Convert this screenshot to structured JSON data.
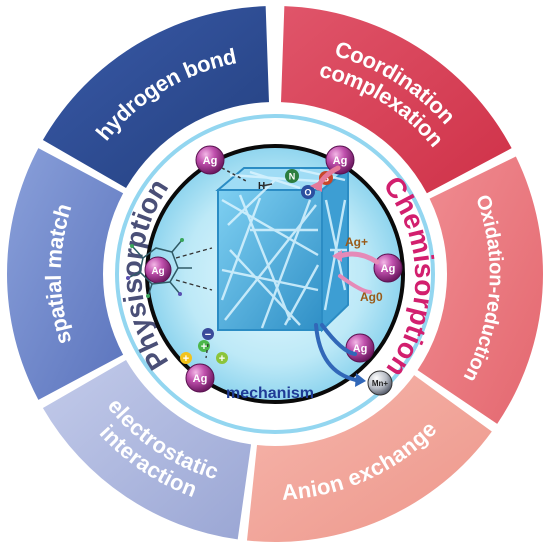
{
  "segments": [
    {
      "id": "hydrogen-bond",
      "lines": [
        "hydrogen bond"
      ],
      "start": 292,
      "end": 356,
      "color": "#2f4f96"
    },
    {
      "id": "coordination-complexation",
      "lines": [
        "Coordination",
        "complexation"
      ],
      "start": 4,
      "end": 68,
      "color": "#d8445c"
    },
    {
      "id": "oxidation-reduction",
      "lines": [
        "Oxidation-reduction"
      ],
      "start": 72,
      "end": 140,
      "color": "#ea7c82"
    },
    {
      "id": "anion-exchange",
      "lines": [
        "Anion exchange"
      ],
      "start": 144,
      "end": 212,
      "color": "#f1a39a"
    },
    {
      "id": "electrostatic-interaction",
      "lines": [
        "electrostatic",
        "interaction"
      ],
      "start": 216,
      "end": 212,
      "color": "#a9b4dc"
    },
    {
      "id": "spatial-match",
      "lines": [
        "spatial match"
      ],
      "start": 216,
      "end": 288,
      "color": "#6f87c8"
    }
  ],
  "left_label": "Physisorption",
  "right_label": "Chemisorption",
  "center_label": "mechanism",
  "ion_label": "Ag",
  "ag_plus": "Ag+",
  "ag_zero": "Ag0",
  "metal_label": "Mn+",
  "h_label": "H",
  "heteroatoms": [
    "N",
    "O",
    "S"
  ],
  "charges": [
    "+",
    "+",
    "+",
    "−"
  ],
  "colors": {
    "physisorption": "#4a4f77",
    "chemisorption": "#d21f6e",
    "ring_inner": "#8fd3ef",
    "center_bg": "#bdeaf6",
    "cube": "#4bb4e2",
    "ag_sphere": "#b13a9d",
    "mechanism": "#1f3b96"
  }
}
